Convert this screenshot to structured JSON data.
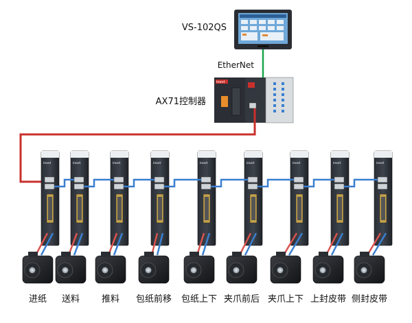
{
  "hmi": {
    "model": "VS-102QS"
  },
  "network": {
    "ethernet_label": "EtherNet"
  },
  "controller": {
    "model": "AX71控制器",
    "brand": "inovt"
  },
  "drive": {
    "brand": "inovt"
  },
  "axes": [
    {
      "label": "进纸"
    },
    {
      "label": "送料"
    },
    {
      "label": "推料"
    },
    {
      "label": "包纸前移"
    },
    {
      "label": "包纸上下"
    },
    {
      "label": "夹爪前后"
    },
    {
      "label": "夹爪上下"
    },
    {
      "label": "上封皮带"
    },
    {
      "label": "侧封皮带"
    }
  ],
  "colors": {
    "ethernet": "#1aa64a",
    "ethercat_bus": "#c9302c",
    "drive_link": "#3a7fd0",
    "motor_power": "#d9534f",
    "motor_encoder": "#3a7fd0"
  }
}
